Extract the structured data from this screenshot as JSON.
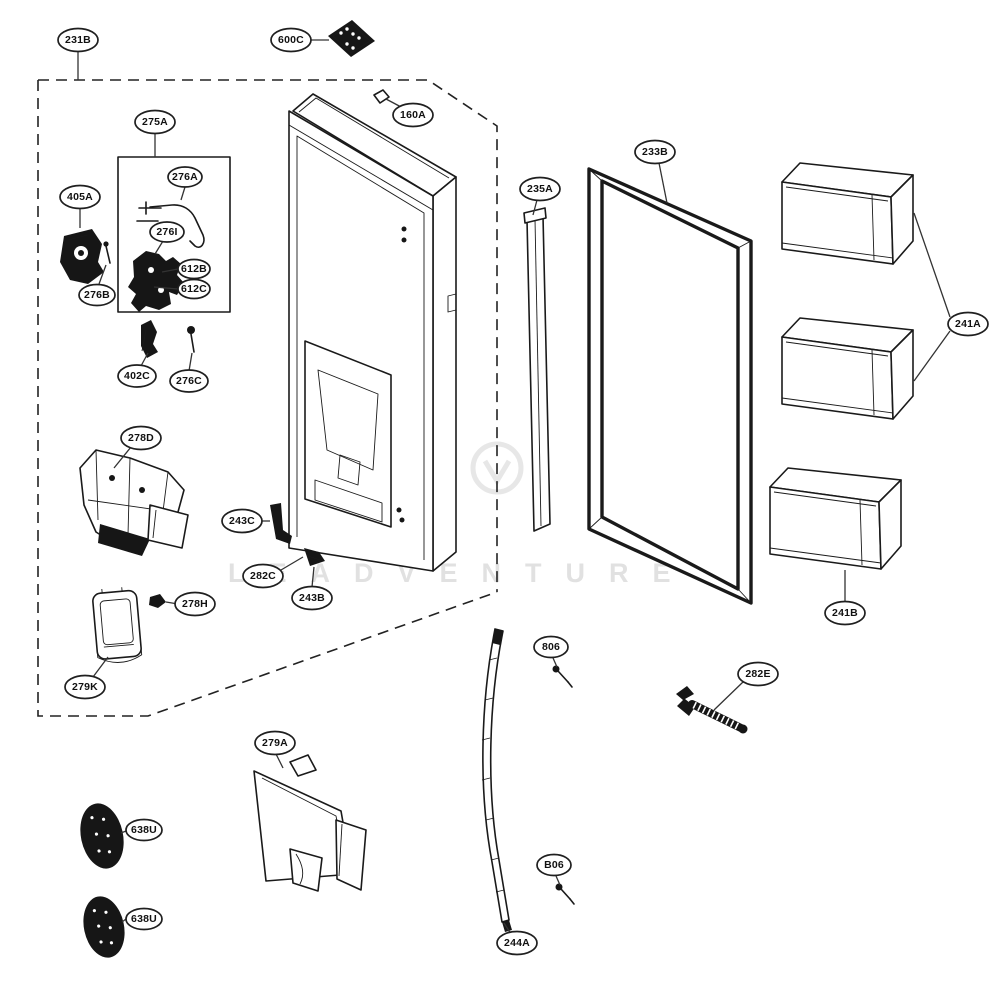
{
  "diagram": {
    "watermark": "LEADVENTURE",
    "colors": {
      "ink": "#1a1a1a",
      "background": "#ffffff",
      "watermark": "#dcdcdc"
    },
    "callouts": [
      {
        "label": "231B"
      },
      {
        "label": "600C"
      },
      {
        "label": "160A"
      },
      {
        "label": "275A"
      },
      {
        "label": "276A"
      },
      {
        "label": "276I"
      },
      {
        "label": "612B"
      },
      {
        "label": "612C"
      },
      {
        "label": "405A"
      },
      {
        "label": "276B"
      },
      {
        "label": "402C"
      },
      {
        "label": "276C"
      },
      {
        "label": "278D"
      },
      {
        "label": "243C"
      },
      {
        "label": "282C"
      },
      {
        "label": "243B"
      },
      {
        "label": "278H"
      },
      {
        "label": "279K"
      },
      {
        "label": "235A"
      },
      {
        "label": "233B"
      },
      {
        "label": "241A"
      },
      {
        "label": "241B"
      },
      {
        "label": "806"
      },
      {
        "label": "282E"
      },
      {
        "label": "B06"
      },
      {
        "label": "244A"
      },
      {
        "label": "279A"
      },
      {
        "label": "638U"
      },
      {
        "label": "638U"
      }
    ]
  }
}
